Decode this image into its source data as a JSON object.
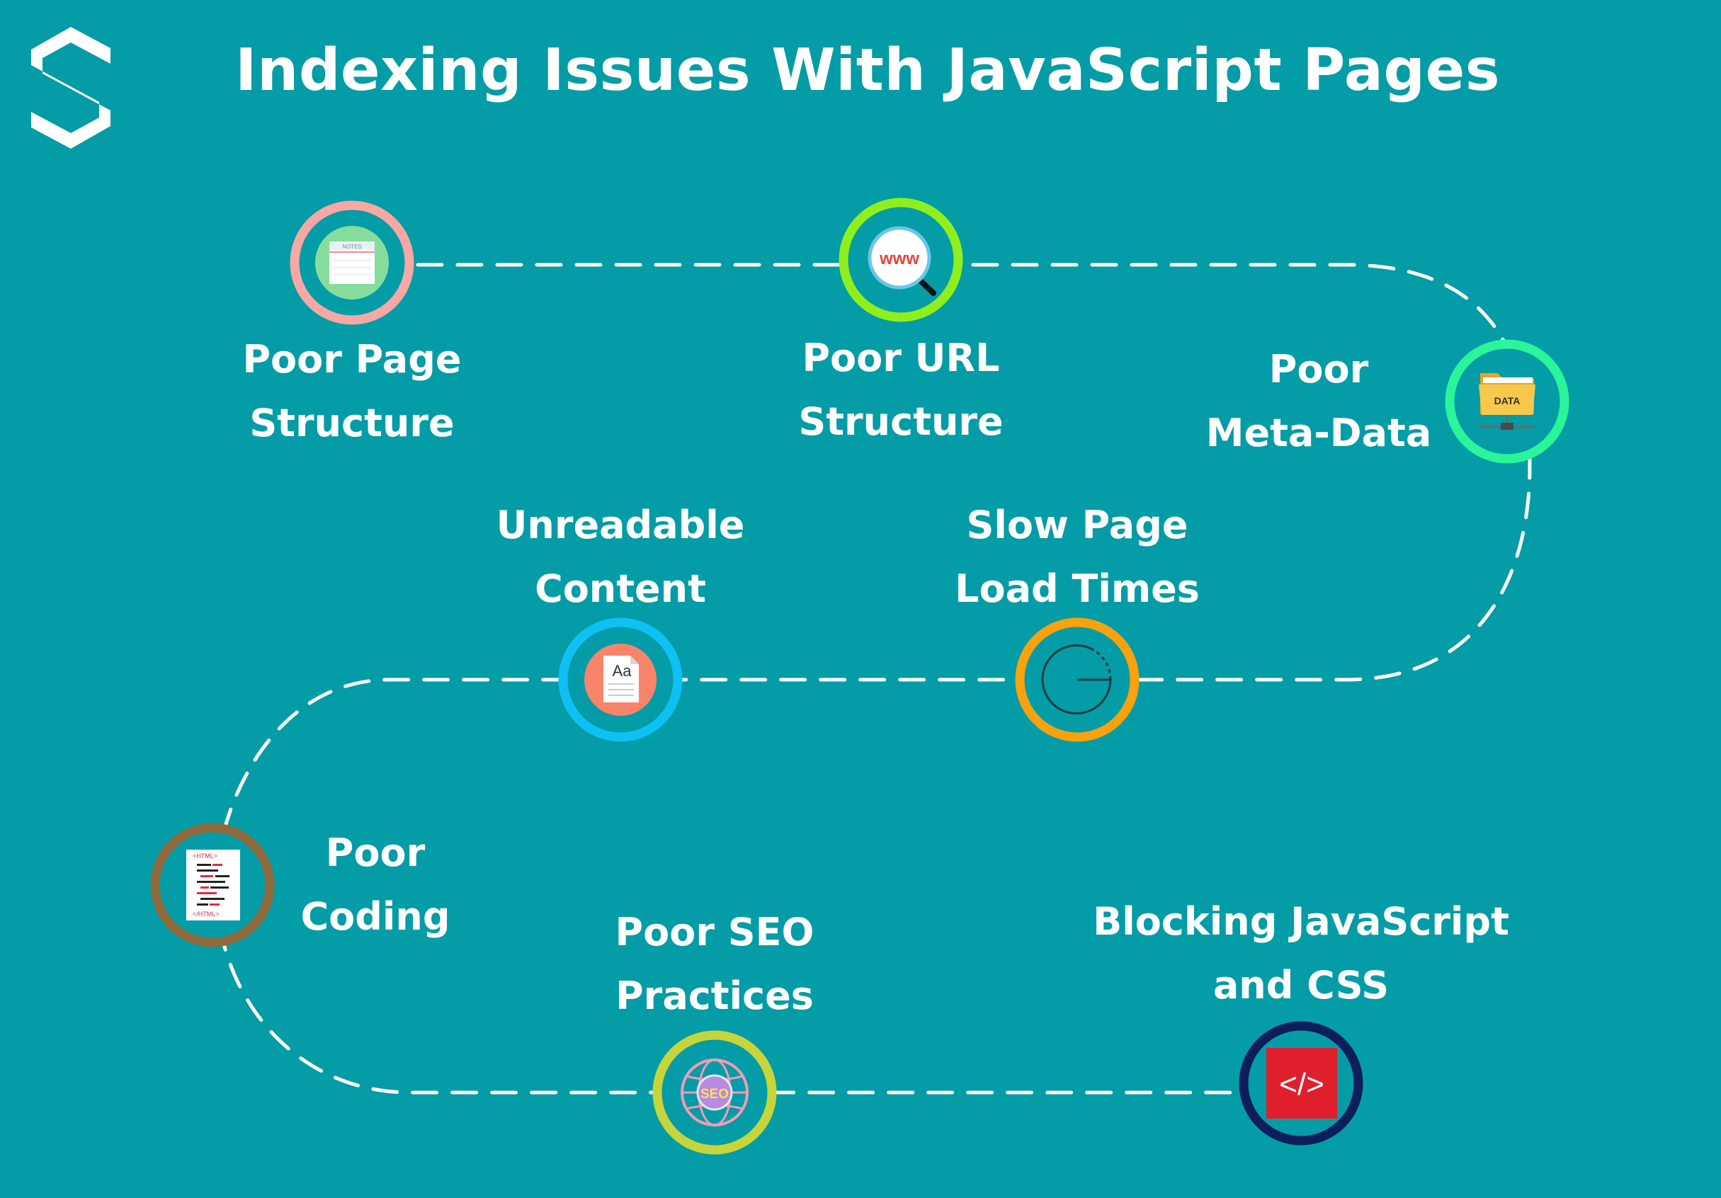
{
  "header": {
    "title": "Indexing Issues With JavaScript Pages",
    "logo": "brand-s-logo"
  },
  "steps": [
    {
      "id": "poor-page-structure",
      "line1": "Poor Page",
      "line2": "Structure",
      "icon": "notes-icon",
      "ring_color": "#f7a7a4"
    },
    {
      "id": "poor-url-structure",
      "line1": "Poor URL",
      "line2": "Structure",
      "icon": "www-magnifier-icon",
      "ring_color": "#8fef1c"
    },
    {
      "id": "poor-meta-data",
      "line1": "Poor",
      "line2": "Meta-Data",
      "icon": "data-folder-icon",
      "icon_text": "DATA",
      "ring_color": "#2af59a"
    },
    {
      "id": "unreadable-content",
      "line1": "Unreadable",
      "line2": "Content",
      "icon": "text-document-icon",
      "icon_text": "Aa",
      "ring_color": "#0fc0f2"
    },
    {
      "id": "slow-page-load-times",
      "line1": "Slow Page",
      "line2": "Load Times",
      "icon": "loading-timer-icon",
      "ring_color": "#f8a20d"
    },
    {
      "id": "poor-coding",
      "line1": "Poor",
      "line2": "Coding",
      "icon": "html-document-icon",
      "icon_text_top": "<HTML>",
      "icon_text_bottom": "</HTML>",
      "ring_color": "#8e6a3c"
    },
    {
      "id": "poor-seo-practices",
      "line1": "Poor SEO",
      "line2": "Practices",
      "icon": "seo-globe-icon",
      "icon_text": "SEO",
      "ring_color": "#c7d43a"
    },
    {
      "id": "blocking-javascript-css",
      "line1": "Blocking JavaScript",
      "line2": "and CSS",
      "icon": "code-tag-icon",
      "icon_text": "</>",
      "ring_color": "#0c1f5c"
    }
  ],
  "colors": {
    "background": "#049ca6",
    "path": "#ffffff",
    "text": "#ffffff"
  }
}
